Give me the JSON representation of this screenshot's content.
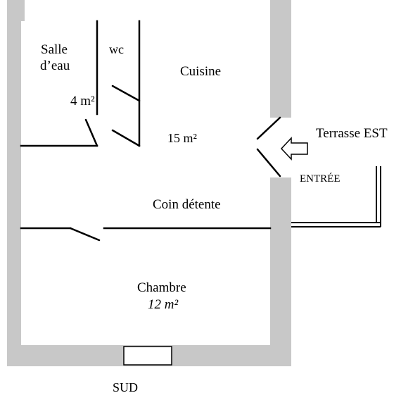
{
  "colors": {
    "wall_fill": "#c8c8c8",
    "line": "#000000",
    "background": "#ffffff"
  },
  "rooms": {
    "salle_deau_line1": "Salle",
    "salle_deau_line2": "d’eau",
    "salle_deau_area": "4 m²",
    "wc": "wc",
    "cuisine": "Cuisine",
    "cuisine_area": "15 m²",
    "coin_detente": "Coin détente",
    "chambre": "Chambre",
    "chambre_area": "12 m²"
  },
  "labels": {
    "terrasse": "Terrasse EST",
    "entree": "ENTRÉE",
    "sud": "SUD"
  },
  "icons": {
    "entry_arrow": "arrow-left-outline-icon",
    "window": "window-icon"
  }
}
